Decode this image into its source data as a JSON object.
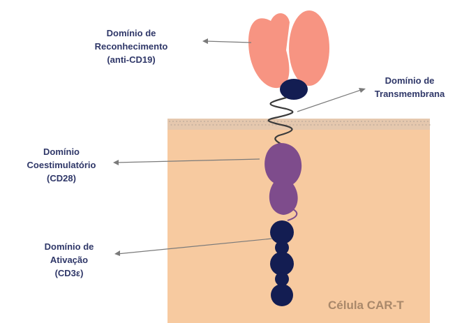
{
  "labels": {
    "recognition": [
      "Domínio de",
      "Reconhecimento",
      "(anti-CD19)"
    ],
    "transmembrane": [
      "Domínio de",
      "Transmembrana"
    ],
    "costimulatory": [
      "Domínio",
      "Coestimulatório",
      "(CD28)"
    ],
    "activation": [
      "Domínio de",
      "Ativação",
      "(CD3ε)"
    ],
    "cell": "Célula CAR-T"
  },
  "colors": {
    "cell_fill": "#f7caa0",
    "membrane": "#d9c7b7",
    "recognition": "#f79482",
    "hinge": "#131d52",
    "costimulatory": "#7e4c8c",
    "activation": "#131d52",
    "label_text": "#2f3768",
    "cell_label_text": "#a9886a"
  }
}
